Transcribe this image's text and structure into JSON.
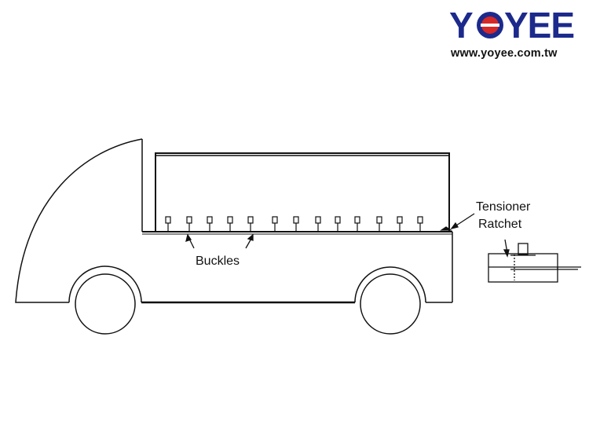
{
  "logo": {
    "wordmark": "YOYEE",
    "url": "www.yoyee.com.tw",
    "colors": {
      "wordmark": "#1c2a8c",
      "emblem": "#d62828"
    }
  },
  "labels": {
    "buckles": "Buckles",
    "tensioner": "Tensioner",
    "ratchet": "Ratchet"
  },
  "icons": [
    "yoyee-logo-icon",
    "truck-icon",
    "ratchet-detail-icon"
  ]
}
